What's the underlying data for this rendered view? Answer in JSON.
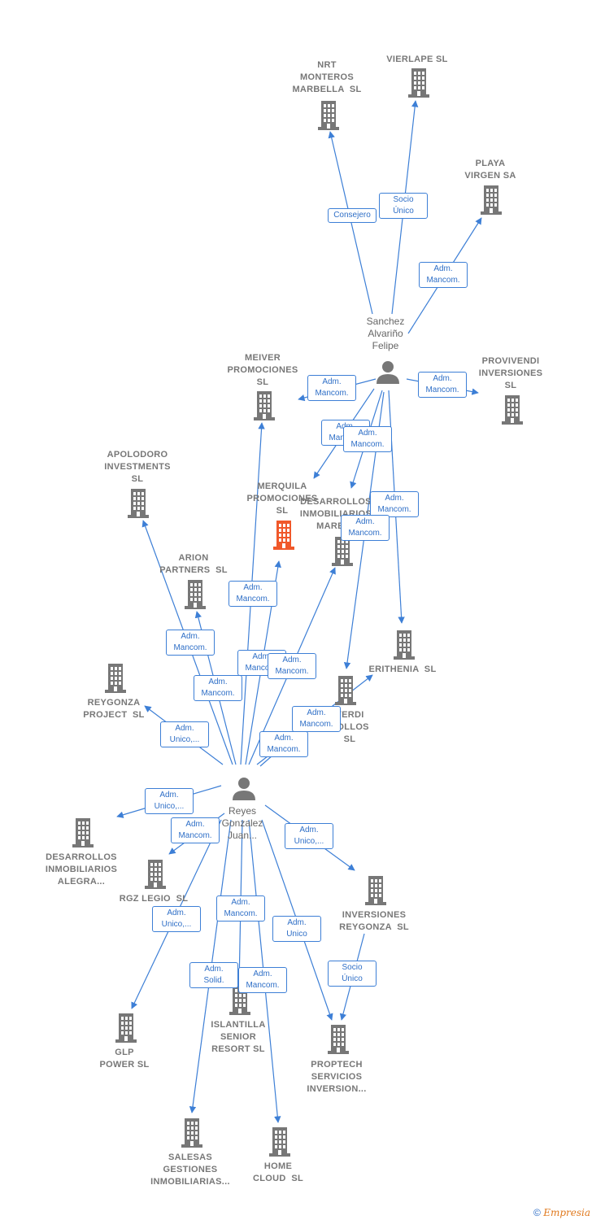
{
  "companies": [
    {
      "id": "nrt",
      "label": "NRT\nMONTEROS\nMARBELLA  SL",
      "color": "#777777"
    },
    {
      "id": "vierlape",
      "label": "VIERLAPE SL",
      "color": "#777777"
    },
    {
      "id": "playa",
      "label": "PLAYA\nVIRGEN SA",
      "color": "#777777"
    },
    {
      "id": "meiver",
      "label": "MEIVER\nPROMOCIONES\nSL",
      "color": "#777777"
    },
    {
      "id": "provivendi",
      "label": "PROVIVENDI\nINVERSIONES\nSL",
      "color": "#777777"
    },
    {
      "id": "apolodoro",
      "label": "APOLODORO\nINVESTMENTS\nSL",
      "color": "#777777"
    },
    {
      "id": "merquila",
      "label": "MERQUILA\nPROMOCIONES\nSL",
      "color": "#f0582a"
    },
    {
      "id": "desmarb",
      "label": "DESARROLLOS\nINMOBILIARIOS\nMARBI...",
      "color": "#777777"
    },
    {
      "id": "arion",
      "label": "ARION\nPARTNERS  SL",
      "color": "#777777"
    },
    {
      "id": "erithenia",
      "label": "ERITHENIA  SL",
      "color": "#777777"
    },
    {
      "id": "reygonza_project",
      "label": "REYGONZA\nPROJECT  SL",
      "color": "#777777"
    },
    {
      "id": "verdi",
      "label": "VERDI\nROLLOS\nSL",
      "color": "#777777"
    },
    {
      "id": "desalegra",
      "label": "DESARROLLOS\nINMOBILIARIOS\nALEGRA...",
      "color": "#777777"
    },
    {
      "id": "rgz",
      "label": "RGZ LEGIO  SL",
      "color": "#777777"
    },
    {
      "id": "inv_reygonza",
      "label": "INVERSIONES\nREYGONZA  SL",
      "color": "#777777"
    },
    {
      "id": "glp",
      "label": "GLP\nPOWER SL",
      "color": "#777777"
    },
    {
      "id": "islantilla",
      "label": "ISLANTILLA\nSENIOR\nRESORT SL",
      "color": "#777777"
    },
    {
      "id": "proptech",
      "label": "PROPTECH\nSERVICIOS\nINVERSION...",
      "color": "#777777"
    },
    {
      "id": "salesas",
      "label": "SALESAS\nGESTIONES\nINMOBILIARIAS...",
      "color": "#777777"
    },
    {
      "id": "home",
      "label": "HOME\nCLOUD  SL",
      "color": "#777777"
    }
  ],
  "persons": [
    {
      "id": "sanchez",
      "label": "Sanchez\nAlvariño\nFelipe"
    },
    {
      "id": "reyes",
      "label": "Reyes\nGonzalez\nJuan..."
    }
  ],
  "edges": [
    {
      "from": "sanchez",
      "to": "nrt",
      "label": "Consejero"
    },
    {
      "from": "sanchez",
      "to": "vierlape",
      "label": "Socio\nÚnico"
    },
    {
      "from": "sanchez",
      "to": "playa",
      "label": "Adm.\nMancom."
    },
    {
      "from": "sanchez",
      "to": "meiver",
      "label": "Adm.\nMancom."
    },
    {
      "from": "sanchez",
      "to": "provivendi",
      "label": "Adm.\nMancom."
    },
    {
      "from": "sanchez",
      "to": "merquila",
      "label": "Adm.\nMancom."
    },
    {
      "from": "sanchez",
      "to": "desmarb",
      "label": "Adm.\nMancom."
    },
    {
      "from": "sanchez",
      "to": "erithenia",
      "label": "Adm.\nMancom."
    },
    {
      "from": "sanchez",
      "to": "verdi",
      "label": "Adm.\nMancom."
    },
    {
      "from": "reyes",
      "to": "apolodoro",
      "label": "Adm.\nMancom."
    },
    {
      "from": "reyes",
      "to": "arion",
      "label": "Adm.\nMancom."
    },
    {
      "from": "reyes",
      "to": "merquila",
      "label": "Adm.\nMancom."
    },
    {
      "from": "reyes",
      "to": "meiver",
      "label": "Adm.\nMancom."
    },
    {
      "from": "reyes",
      "to": "desmarb",
      "label": "Adm.\nMancom."
    },
    {
      "from": "reyes",
      "to": "erithenia",
      "label": "Adm.\nMancom."
    },
    {
      "from": "reyes",
      "to": "verdi",
      "label": "Adm.\nMancom."
    },
    {
      "from": "reyes",
      "to": "reygonza_project",
      "label": "Adm.\nUnico,..."
    },
    {
      "from": "reyes",
      "to": "desalegra",
      "label": "Adm.\nUnico,..."
    },
    {
      "from": "reyes",
      "to": "rgz",
      "label": "Adm.\nMancom."
    },
    {
      "from": "reyes",
      "to": "inv_reygonza",
      "label": "Adm.\nUnico,..."
    },
    {
      "from": "reyes",
      "to": "glp",
      "label": "Adm.\nUnico,..."
    },
    {
      "from": "reyes",
      "to": "islantilla",
      "label": "Adm.\nMancom."
    },
    {
      "from": "reyes",
      "to": "proptech",
      "label": "Adm.\nUnico"
    },
    {
      "from": "reyes",
      "to": "salesas",
      "label": "Adm.\nSolid."
    },
    {
      "from": "reyes",
      "to": "home",
      "label": "Adm.\nMancom."
    },
    {
      "from": "inv_reygonza",
      "to": "proptech",
      "label": "Socio\nÚnico"
    }
  ],
  "colors": {
    "edge": "#3d7fd6",
    "building": "#777777",
    "focus": "#f0582a",
    "person": "#777777"
  },
  "footer": {
    "copyright": "©",
    "brand": "Empresia"
  }
}
